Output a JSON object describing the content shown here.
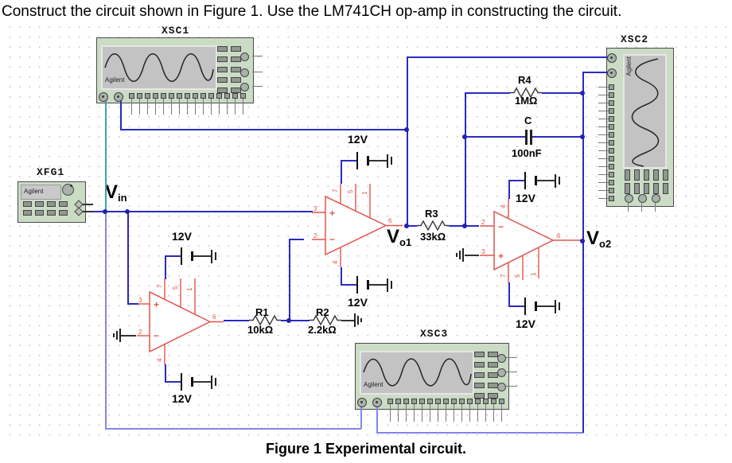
{
  "title": "Construct the circuit shown in Figure 1. Use the LM741CH op-amp in constructing the circuit.",
  "caption": "Figure 1 Experimental circuit.",
  "brand": "Agilent",
  "instruments": {
    "xfg1": "XFG1",
    "xsc1": "XSC1",
    "xsc2": "XSC2",
    "xsc3": "XSC3"
  },
  "components": {
    "r1": {
      "name": "R1",
      "value": "10kΩ"
    },
    "r2": {
      "name": "R2",
      "value": "2.2kΩ"
    },
    "r3": {
      "name": "R3",
      "value": "33kΩ"
    },
    "r4": {
      "name": "R4",
      "value": "1MΩ"
    },
    "c": {
      "name": "C",
      "value": "100nF"
    },
    "supply": "12V"
  },
  "nodes": {
    "vin": {
      "base": "V",
      "sub": "in"
    },
    "vo1": {
      "base": "V",
      "sub": "o1"
    },
    "vo2": {
      "base": "V",
      "sub": "o2"
    }
  },
  "opamp_pins": {
    "p1": "1",
    "p2": "2",
    "p3": "3",
    "p4": "4",
    "p5": "5",
    "p6": "6",
    "p7": "7",
    "plus": "+",
    "minus": "−"
  },
  "colors": {
    "wire": "#2a2ac2",
    "wire_light": "#8484ea",
    "wire_teal": "#3aa3ab",
    "opamp": "#e2544b",
    "instrument_body": "#cbdcc5",
    "screen": "#c3c3c3"
  }
}
